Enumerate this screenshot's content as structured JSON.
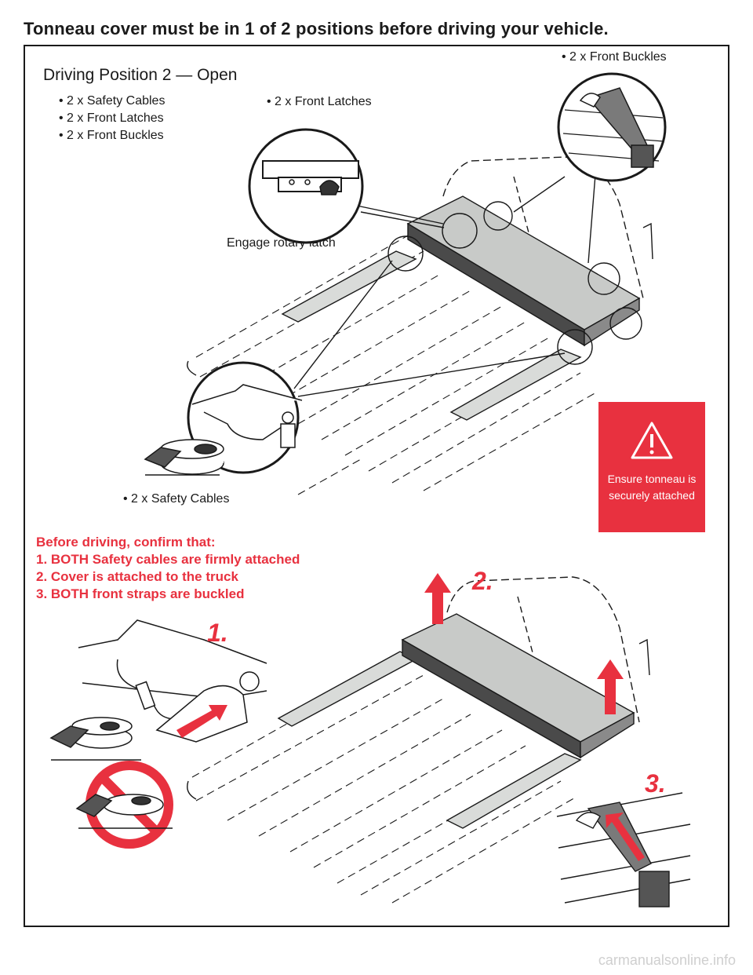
{
  "page": {
    "title": "Tonneau cover must be in 1 of 2 positions before driving your vehicle."
  },
  "position": {
    "title": "Driving Position 2 — Open",
    "requirements": [
      "2 x Safety Cables",
      "2 x Front Latches",
      "2 x Front Buckles"
    ]
  },
  "callouts": {
    "front_buckles": "2 x Front Buckles",
    "front_latches": "2 x Front Latches",
    "rotary_latch": "Engage rotary latch",
    "safety_cables": "2 x Safety Cables"
  },
  "warning": {
    "icon": "warning-triangle-icon",
    "text": "Ensure tonneau is securely attached",
    "color": "#e8313f"
  },
  "checklist": {
    "heading": "Before driving, confirm that:",
    "items": [
      "1. BOTH Safety cables are firmly attached",
      "2. Cover is attached to the truck",
      "3. BOTH front straps are buckled"
    ]
  },
  "steps": {
    "one": "1.",
    "two": "2.",
    "three": "3."
  },
  "watermark": "carmanualsonline.info",
  "colors": {
    "accent": "#e8313f",
    "cover": "#c8cac8",
    "line": "#1a1a1a"
  }
}
